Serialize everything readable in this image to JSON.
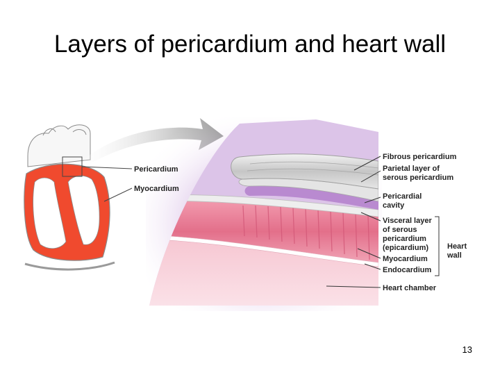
{
  "slide": {
    "title": "Layers of pericardium and heart wall",
    "page_number": "13"
  },
  "heart_labels": {
    "pericardium": "Pericardium",
    "myocardium": "Myocardium"
  },
  "layer_labels": {
    "fibrous": "Fibrous pericardium",
    "parietal_1": "Parietal layer of",
    "parietal_2": "serous pericardium",
    "cavity_1": "Pericardial",
    "cavity_2": "cavity",
    "visceral_1": "Visceral layer",
    "visceral_2": "of serous",
    "visceral_3": "pericardium",
    "visceral_4": "(epicardium)",
    "myocardium": "Myocardium",
    "endocardium": "Endocardium",
    "chamber": "Heart chamber",
    "heart_wall_1": "Heart",
    "heart_wall_2": "wall"
  },
  "colors": {
    "myocardium_red": "#f04a2e",
    "muscle_pink": "#e8738c",
    "chamber_pink": "#f4b5c4",
    "fibrous_gray": "#c9c9c9",
    "cavity_purple": "#b98ad0",
    "arrow_gray": "#9a9a9a"
  }
}
